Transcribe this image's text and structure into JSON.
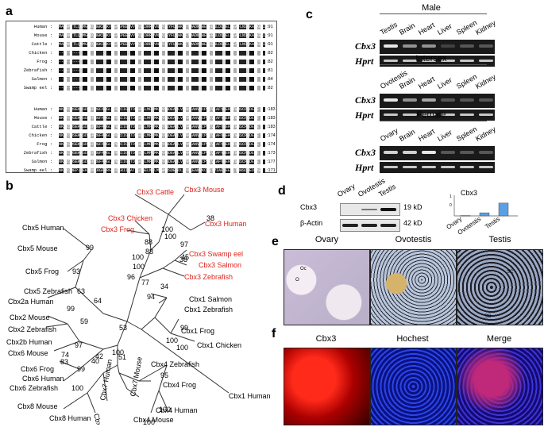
{
  "panels": {
    "a": "a",
    "b": "b",
    "c": "c",
    "d": "d",
    "e": "e",
    "f": "f"
  },
  "alignment": {
    "block1": [
      {
        "species": "Human :",
        "seq": "MASNKTTLQKMGKKQNGKSKKVEEAEPEEFVVEKVLDRRVVNGKVEYFLKWKGFTDADNTWEPEENLDCPELIEAFLNSQKAGKEKDGTKRKSLSD",
        "num": ":91"
      },
      {
        "species": "Mouse :",
        "seq": "MASNKTTLQKMGKKQNGKSKKVEEAEPEEFVVEKVLDRRVVNGKVEYFLKWKGFTDADNTWEPEENLDCPELIEAFLNSQKAGKEKDGTKRKSLSD",
        "num": ":91"
      },
      {
        "species": "Cattle :",
        "seq": "MASNKTTLQKMGKKQNGKSKKVEEAEPEEFVVEKVLDRRVVNGKVEYFLKWKGFTDADNTWEPEENLDCPELIEAFLNSQKAGKEKDGTKRKSLSD",
        "num": ":91"
      },
      {
        "species": "Chicken :",
        "seq": "---------MGKKQNGKSKKVEEAEPEEFVVEKVLDRRVVNGKVEYFLKWKGFTDADNTWEPEENLDCPELIEAFLNSQKAGKEKDGTKRKSLSD",
        "num": ":82"
      },
      {
        "species": "Frog :",
        "seq": "---------MGKKQNGKSKKVEEAEPEEFVVEKVLDRRVVNGKVEYFLKWKGFTDADNTWEPEENLDCPELIEAFLNSQKAGKEKDGTKRKSLSD",
        "num": ":82"
      },
      {
        "species": "Zebrafish :",
        "seq": "---------MGKKQNGKSKKVEEAEPEEFVVEKVLDRRVVNGKVEYFLKWKGFTDADNTWEPEENLDCPELIEAFLNSQKAGKEKDGTKRKSLSD",
        "num": ":81"
      },
      {
        "species": "Salmon :",
        "seq": "---------MGKKQNGKSKKVEEAEPEEFVVEKVLDRRVVNGKVEYFLKWKGFTDADNTWEPEENLDCPELIEAFLNSQKAGKEKDGTKRKSLSD",
        "num": ":84"
      },
      {
        "species": "Swamp eel :",
        "seq": "---------MGKKQNGKSKKVEEAEPEEFVVEKVLDRRVVNGKVEYFLKWKGFTDADNTWEPEENLDCPELIEAFLNSQKAGKEKDGTKRKSLSD",
        "num": ":82"
      }
    ],
    "block2": [
      {
        "species": "Human :",
        "seq": "NKRKSDSEKKSDFEPRGFARGLEPERIIGATDSSGELMFLMKWKNSDEADLVPAKEANVKCPQIVIAFYEERLTWHSCPEDEAE",
        "num": ":183"
      },
      {
        "species": "Mouse :",
        "seq": "NKRKSDSEKKSDFEPRGFARGLEPERIIGATDSSGELMFLMKWKNSDEADLVPAKEANVKCPQIVIAFYEERLTWHSCPEDEAE",
        "num": ":183"
      },
      {
        "species": "Cattle :",
        "seq": "NKRKSDSEKKSDFEPRGFARGLEPERIIGATDSSGELMFLMKWKNSDEADLVPAKEANVKCPQIVIAFYEERLTWHSCPEDEAE",
        "num": ":183"
      },
      {
        "species": "Chicken :",
        "seq": "NKRKSDSEKKSDFEPRGFARGLEPERIIGATDSSGELMFLMKWKNSDEADLVPAKEANVKCPQIVIAFYEERLTWHSCPEDEAE",
        "num": ":174"
      },
      {
        "species": "Frog :",
        "seq": "NKRKSDSEKKSDFEPRGFARGLEPERIIGATDSSGELMFLMKWKNSDEADLVPAKEANVKCPQIVIAFYEERLTWHSCPEDEAE",
        "num": ":174"
      },
      {
        "species": "Zebrafish :",
        "seq": "NKRKSDSEKKSDFEPRGFARGLEPERIIGATDSSGELMFLMKWKNSDEADLVPAKEANVKCPQIVIAFYEERLTWHSCPEDEAE",
        "num": ":173"
      },
      {
        "species": "Salmon :",
        "seq": "NKRKSDSEKKSDFEPRGFARGLEPERIIGATDSSGELMFLMKWKNSDEADLVPAKEANVKCPQIVIAFYEERLTWHSCPEDEAE",
        "num": ":177"
      },
      {
        "species": "Swamp eel :",
        "seq": "NKRKSDEP--EKQAMKRGFARGLEPERIIGATDSSGELMFLMKWKNSDEADLVPAKEANVKCPQIVIAFYEERLTWHSCPEDEAE",
        "num": ":171"
      }
    ]
  },
  "tree": {
    "red_labels": [
      "Cbx3 Cattle",
      "Cbx3 Mouse",
      "Cbx3 Chicken",
      "Cbx3 Frog",
      "Cbx3 Human",
      "Cbx3 Swamp eel",
      "Cbx3 Salmon",
      "Cbx3 Zebrafish"
    ],
    "black_labels": [
      "Cbx5 Human",
      "Cbx5 Mouse",
      "Cbx5 Frog",
      "Cbx5 Zebrafish",
      "Cbx2a Human",
      "Cbx2 Mouse",
      "Cbx2 Zebrafish",
      "Cbx2b Human",
      "Cbx6 Mouse",
      "Cbx6 Frog",
      "Cbx6 Human",
      "Cbx6 Zebrafish",
      "Cbx8 Mouse",
      "Cbx8 Human",
      "Cbx8 Frog",
      "Cbx7 Human",
      "Cbx7 Mouse",
      "Cbx4 Mouse",
      "Cbx4 Human",
      "Cbx4 Frog",
      "Cbx4 Zebrafish",
      "Cbx1 Salmon",
      "Cbx1 Zebrafish",
      "Cbx1 Frog",
      "Cbx1 Chicken",
      "Cbx1 Human"
    ],
    "bootstrap": [
      "38",
      "100",
      "88",
      "100",
      "97",
      "45",
      "96",
      "99",
      "93",
      "63",
      "77",
      "34",
      "94",
      "99",
      "100",
      "64",
      "99",
      "59",
      "97",
      "100",
      "53",
      "74",
      "83",
      "99",
      "42",
      "40",
      "51",
      "100",
      "95",
      "100",
      "100",
      "100"
    ]
  },
  "rtpcr": {
    "male": {
      "title": "Male",
      "lanes": [
        "Testis",
        "Brain",
        "Heart",
        "Liver",
        "Spleen",
        "Kidney"
      ]
    },
    "intersex": {
      "title": "Intersex",
      "lanes": [
        "Ovotestis",
        "Brain",
        "Heart",
        "Liver",
        "Spleen",
        "Kidney"
      ]
    },
    "female": {
      "title": "Female",
      "lanes": [
        "Ovary",
        "Brain",
        "Heart",
        "Liver",
        "Spleen",
        "Kidney"
      ]
    },
    "genes": [
      "Cbx3",
      "Hprt"
    ]
  },
  "western": {
    "lanes": [
      "Ovary",
      "Ovotestis",
      "Testis"
    ],
    "rows": [
      {
        "name": "Cbx3",
        "size": "19 kD"
      },
      {
        "name": "β-Actin",
        "size": "42 kD"
      }
    ],
    "chart_data": {
      "type": "bar",
      "title": "Cbx3",
      "categories": [
        "Ovary",
        "Ovotestis",
        "Testis"
      ],
      "values": [
        0.02,
        0.15,
        0.62
      ],
      "yticks": [
        "1",
        "0"
      ],
      "ylim": [
        0,
        1
      ],
      "color": "#5aa0e6"
    }
  },
  "ihc": {
    "labels": [
      "Ovary",
      "Ovotestis",
      "Testis"
    ],
    "annotations": [
      "Oc",
      "O",
      "SC",
      "SG"
    ]
  },
  "if": {
    "labels": [
      "Cbx3",
      "Hochest",
      "Merge"
    ]
  }
}
